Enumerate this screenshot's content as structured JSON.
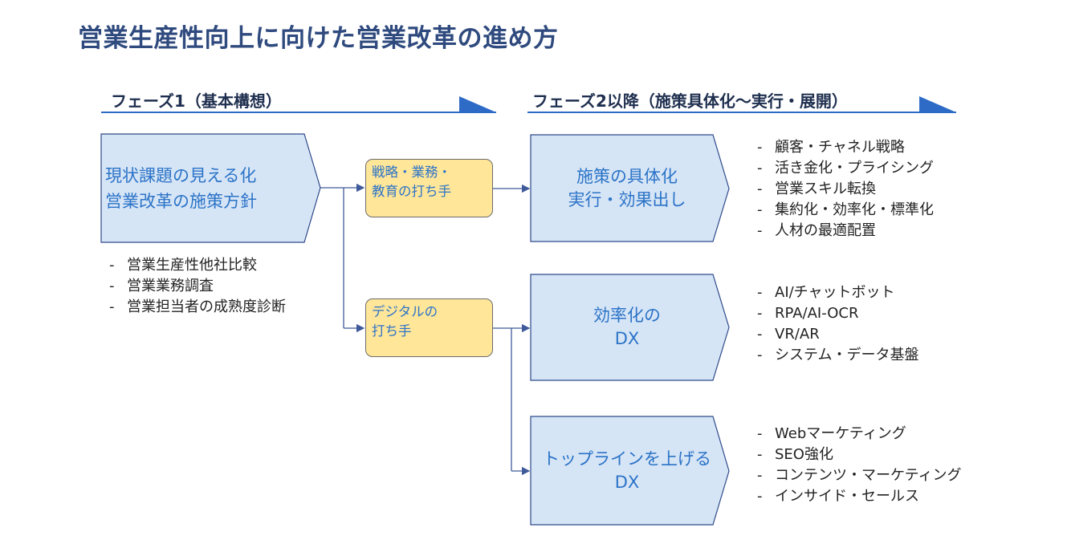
{
  "title": "営業生産性向上に向けた営業改革の進め方",
  "phases": {
    "phase1": "フェーズ1（基本構想）",
    "phase2": "フェーズ2以降（施策具体化～実行・展開）"
  },
  "colors": {
    "title": "#2f4a7e",
    "accent": "#2e6bc6",
    "box_fill": "#d6e5f6",
    "box_stroke": "#2e4a8a",
    "box_text": "#2b73c7",
    "yellow_fill": "#ffe699",
    "connector": "#3f5a9a"
  },
  "main_box": {
    "line1": "現状課題の見える化",
    "line2": "営業改革の施策方針",
    "bullets": [
      "営業生産性他社比較",
      "営業業務調査",
      "営業担当者の成熟度診断"
    ]
  },
  "yellow_boxes": [
    {
      "line1": "戦略・業務・",
      "line2": "教育の打ち手"
    },
    {
      "line1": "デジタルの",
      "line2": "打ち手"
    }
  ],
  "right_boxes": [
    {
      "line1": "施策の具体化",
      "line2": "実行・効果出し",
      "bullets": [
        "顧客・チャネル戦略",
        "活き金化・プライシング",
        "営業スキル転換",
        "集約化・効率化・標準化",
        "人材の最適配置"
      ]
    },
    {
      "line1": "効率化の",
      "line2": "DX",
      "bullets": [
        "AI/チャットボット",
        "RPA/AI-OCR",
        "VR/AR",
        "システム・データ基盤"
      ]
    },
    {
      "line1": "トップラインを上げる",
      "line2": "DX",
      "bullets": [
        "Webマーケティング",
        "SEO強化",
        "コンテンツ・マーケティング",
        "インサイド・セールス"
      ]
    }
  ],
  "bullet_marker": "-"
}
